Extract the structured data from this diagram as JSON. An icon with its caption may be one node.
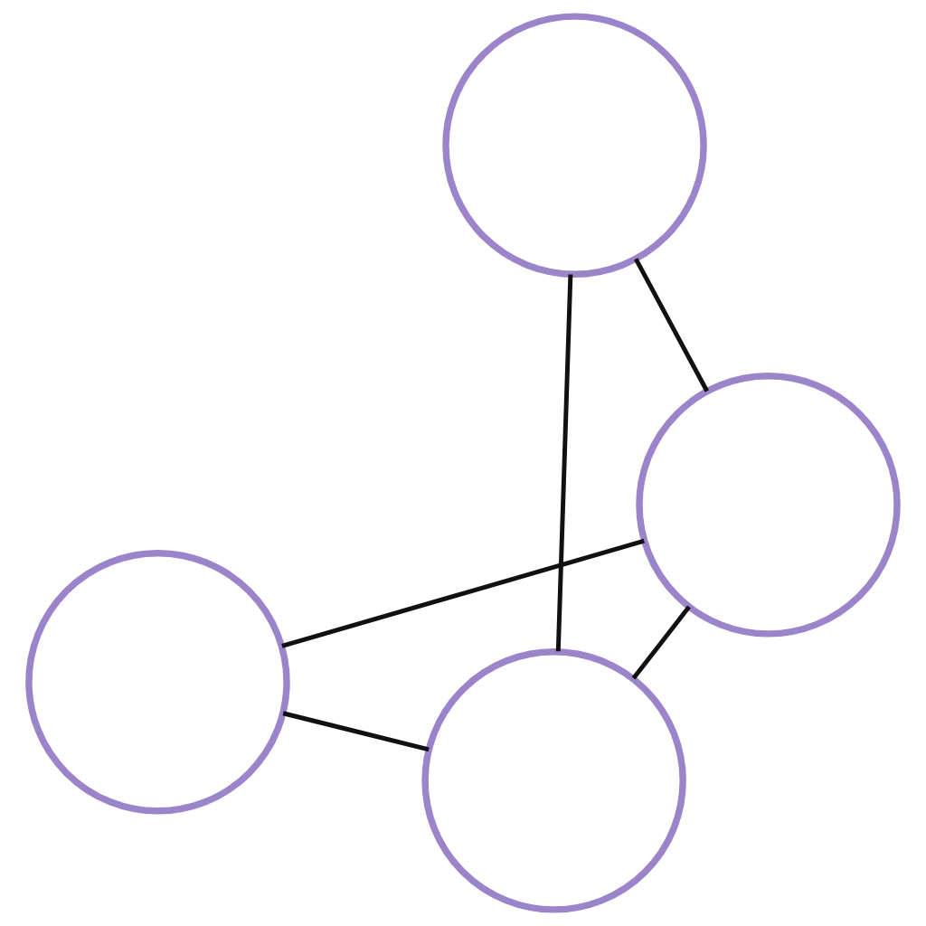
{
  "diagram": {
    "nodes": [
      {
        "text": [],
        "shape": "circle"
      },
      {
        "text": [],
        "shape": "circle"
      },
      {
        "text": [],
        "shape": "circle"
      },
      {
        "text": [],
        "shape": "circle"
      }
    ],
    "edges": [
      {
        "from": 0,
        "to": 1,
        "arrow": "none"
      },
      {
        "from": 1,
        "to": 3,
        "arrow": "none"
      },
      {
        "from": 1,
        "to": 2,
        "arrow": "none"
      },
      {
        "from": 0,
        "to": 2,
        "arrow": "none"
      },
      {
        "from": 2,
        "to": 3,
        "arrow": "none"
      }
    ]
  }
}
